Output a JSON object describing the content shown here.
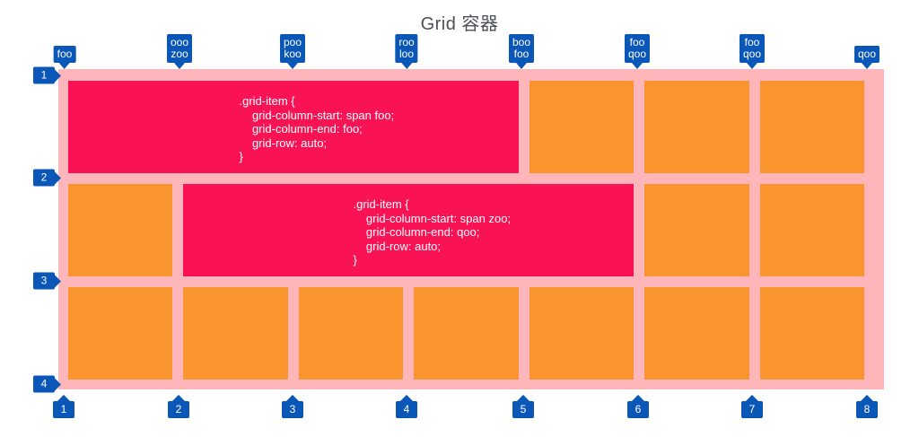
{
  "title": "Grid 容器",
  "lines": {
    "top": [
      "foo",
      "ooo\nzoo",
      "poo\nkoo",
      "roo\nloo",
      "boo\nfoo",
      "foo\nqoo",
      "foo\nqoo",
      "qoo"
    ],
    "left": [
      "1",
      "2",
      "3",
      "4"
    ],
    "bottom": [
      "1",
      "2",
      "3",
      "4",
      "5",
      "6",
      "7",
      "8"
    ]
  },
  "grid": {
    "code_blocks": [
      {
        "code": ".grid-item {\n    grid-column-start: span foo;\n    grid-column-end: foo;\n    grid-row: auto;\n}"
      },
      {
        "code": ".grid-item {\n    grid-column-start: span zoo;\n    grid-column-end: qoo;\n    grid-row: auto;\n}"
      }
    ]
  },
  "colors": {
    "container": "#ffb6ba",
    "item": "#f9942e",
    "highlight": "#f91355",
    "marker": "#0b57b8",
    "code_text": "#ffffff",
    "title_text": "#4b5057"
  }
}
